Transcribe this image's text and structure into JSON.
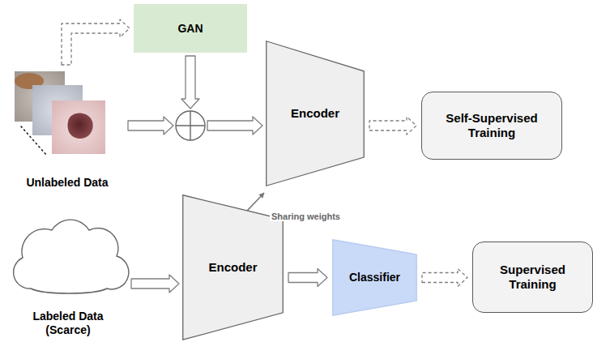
{
  "diagram": {
    "nodes": [
      {
        "text": [
          "GAN"
        ]
      },
      {
        "text": [
          "Unlabeled Data"
        ]
      },
      {
        "text": [
          "Encoder"
        ]
      },
      {
        "text": [
          "Self-Supervised Training"
        ]
      },
      {
        "text": [
          "Labeled Data (Scarce)"
        ]
      },
      {
        "text": [
          "Encoder"
        ]
      },
      {
        "text": [
          "Classifier"
        ]
      },
      {
        "text": [
          "Supervised Training"
        ]
      }
    ],
    "edges": [
      {
        "from": 1,
        "to": 0,
        "arrow": "to"
      },
      {
        "from": 0,
        "to": 2,
        "arrow": "to"
      },
      {
        "from": 1,
        "to": 2,
        "arrow": "to"
      },
      {
        "from": 2,
        "to": 3,
        "arrow": "to"
      },
      {
        "from": 4,
        "to": 5,
        "arrow": "to"
      },
      {
        "from": 5,
        "to": 6,
        "arrow": "to"
      },
      {
        "from": 6,
        "to": 7,
        "arrow": "to"
      },
      {
        "from": 2,
        "to": 5,
        "label": "Sharing weights",
        "arrow": "both"
      }
    ]
  }
}
